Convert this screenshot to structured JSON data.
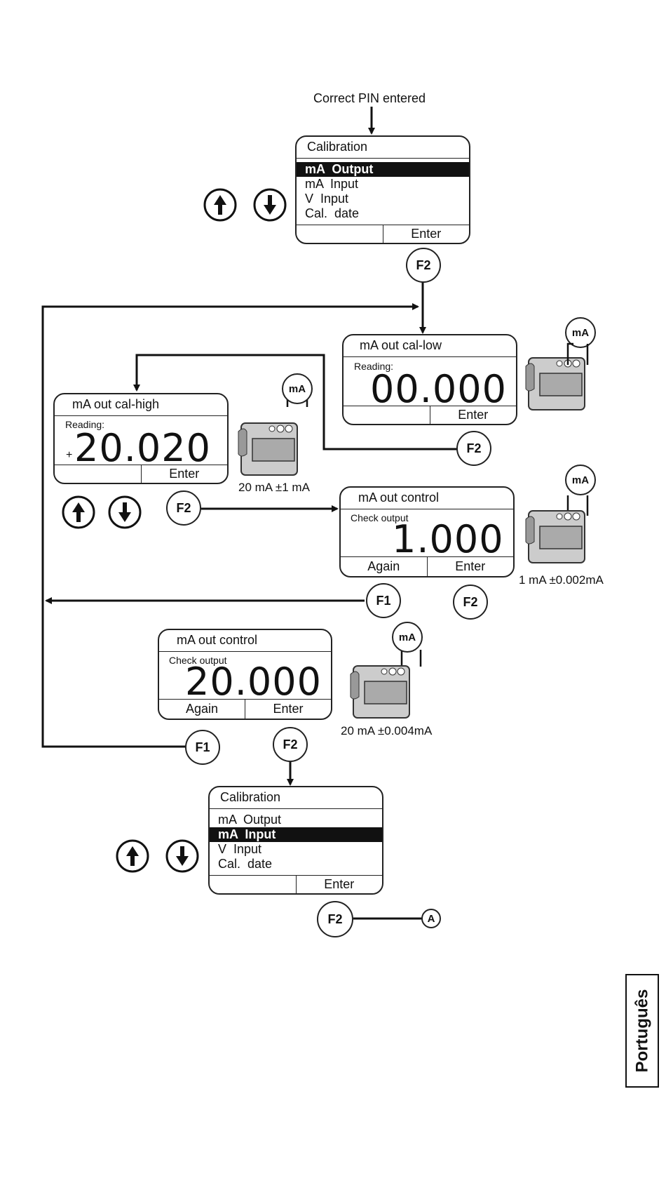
{
  "start_label": "Correct PIN entered",
  "screens": {
    "cal_top": {
      "title": "Calibration",
      "items": [
        "mA  Output",
        "mA  Input",
        "V  Input",
        "Cal.  date"
      ],
      "softkey_left": "",
      "softkey_right": "Enter"
    },
    "cal_low": {
      "title": "mA out cal-low",
      "sub": "Reading:",
      "value": "00.000",
      "softkey_left": "",
      "softkey_right": "Enter"
    },
    "cal_high": {
      "title": "mA out cal-high",
      "sub": "Reading:",
      "sign": "+",
      "value": "20.020",
      "softkey_left": "",
      "softkey_right": "Enter"
    },
    "control1": {
      "title": "mA out control",
      "sub": "Check output",
      "value": "1.000",
      "softkey_left": "Again",
      "softkey_right": "Enter"
    },
    "control20": {
      "title": "mA out control",
      "sub": "Check output",
      "value": "20.000",
      "softkey_left": "Again",
      "softkey_right": "Enter"
    },
    "cal_bottom": {
      "title": "Calibration",
      "items": [
        "mA  Output",
        "mA  Input",
        "V  Input",
        "Cal.  date"
      ],
      "softkey_left": "",
      "softkey_right": "Enter"
    }
  },
  "keys": {
    "f1": "F1",
    "f2": "F2",
    "ma": "mA",
    "a": "A"
  },
  "tolerances": {
    "high": "20 mA ±1 mA",
    "control1": "1 mA ±0.002mA",
    "control20": "20 mA ±0.004mA"
  },
  "language_tab": "Português"
}
